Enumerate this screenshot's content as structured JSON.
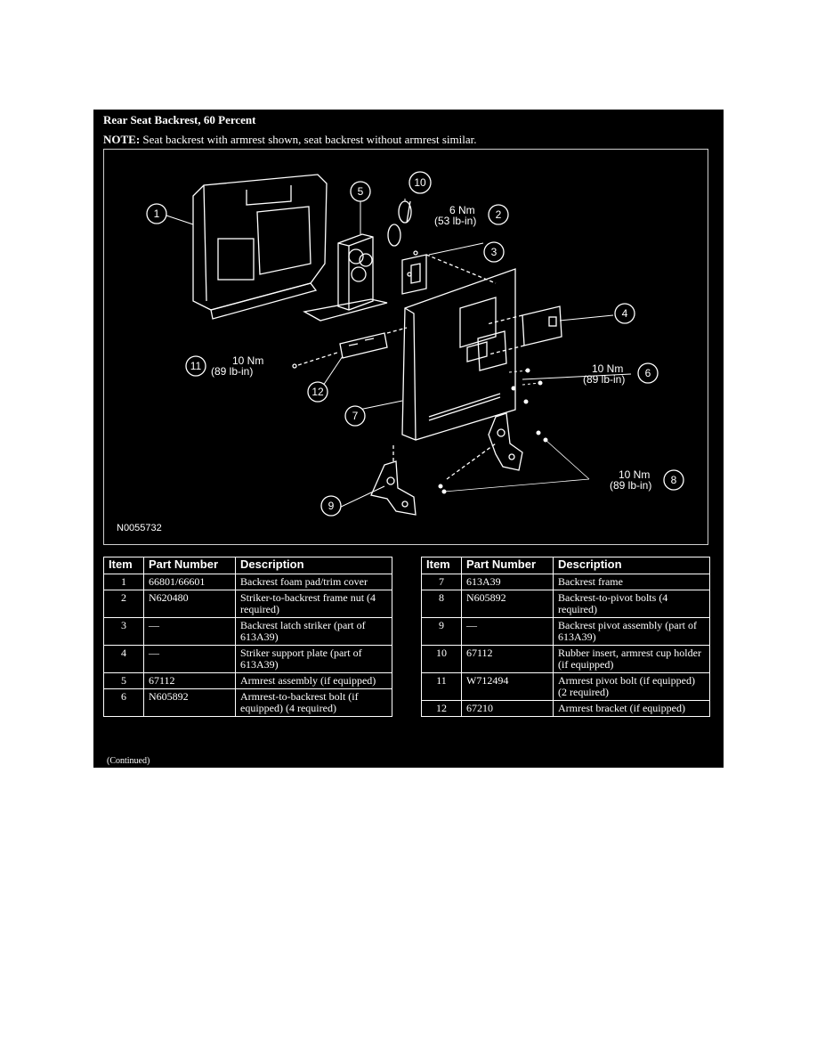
{
  "section": {
    "title": "Rear Seat Backrest, 60 Percent",
    "note_label": "NOTE:",
    "note_text": " Seat backrest with armrest shown, seat backrest without armrest similar."
  },
  "figure": {
    "id": "N0055732",
    "callouts": {
      "c1": "1",
      "c2": "2",
      "c3": "3",
      "c4": "4",
      "c5": "5",
      "c6": "6",
      "c7": "7",
      "c8": "8",
      "c9": "9",
      "c10": "10",
      "c11": "11",
      "c12": "12"
    },
    "torque": {
      "t2_a": "6 Nm",
      "t2_b": "(53 lb-in)",
      "t6_a": "10 Nm",
      "t6_b": "(89 lb-in)",
      "t8_a": "10 Nm",
      "t8_b": "(89 lb-in)",
      "t11_a": "10 Nm",
      "t11_b": "(89 lb-in)"
    }
  },
  "table_headers": {
    "item": "Item",
    "part": "Part Number",
    "desc": "Description"
  },
  "table_left": [
    {
      "item": "1",
      "part": "66801/66601",
      "desc": "Backrest foam pad/trim cover"
    },
    {
      "item": "2",
      "part": "N620480",
      "desc": "Striker-to-backrest frame nut (4 required)"
    },
    {
      "item": "3",
      "part": "—",
      "desc": "Backrest latch striker (part of 613A39)"
    },
    {
      "item": "4",
      "part": "—",
      "desc": "Striker support plate (part of 613A39)"
    },
    {
      "item": "5",
      "part": "67112",
      "desc": "Armrest assembly (if equipped)"
    },
    {
      "item": "6",
      "part": "N605892",
      "desc": "Armrest-to-backrest bolt (if equipped) (4 required)"
    }
  ],
  "table_right": [
    {
      "item": "7",
      "part": "613A39",
      "desc": "Backrest frame"
    },
    {
      "item": "8",
      "part": "N605892",
      "desc": "Backrest-to-pivot bolts (4 required)"
    },
    {
      "item": "9",
      "part": "—",
      "desc": "Backrest pivot assembly (part of 613A39)"
    },
    {
      "item": "10",
      "part": "67112",
      "desc": "Rubber insert, armrest cup holder (if equipped)"
    },
    {
      "item": "11",
      "part": "W712494",
      "desc": "Armrest pivot bolt (if equipped) (2 required)"
    },
    {
      "item": "12",
      "part": "67210",
      "desc": "Armrest bracket (if equipped)"
    }
  ],
  "footer": {
    "continued": "(Continued)"
  }
}
